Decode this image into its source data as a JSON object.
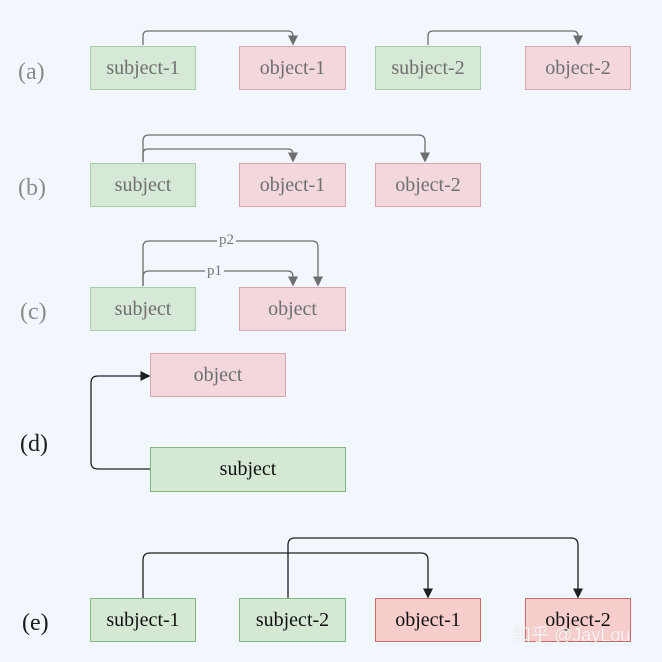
{
  "rows": [
    {
      "label": "(a)",
      "boxes": [
        "subject-1",
        "object-1",
        "subject-2",
        "object-2"
      ]
    },
    {
      "label": "(b)",
      "boxes": [
        "subject",
        "object-1",
        "object-2"
      ]
    },
    {
      "label": "(c)",
      "boxes": [
        "subject",
        "object"
      ],
      "edge_labels": [
        "p2",
        "p1"
      ]
    },
    {
      "label": "(d)",
      "boxes": [
        "object",
        "subject"
      ]
    },
    {
      "label": "(e)",
      "boxes": [
        "subject-1",
        "subject-2",
        "object-1",
        "object-2"
      ]
    }
  ],
  "watermark": "知乎 @JayLou",
  "colors": {
    "background": "#f2f7fd",
    "subject_fill": "#d5e8d4",
    "object_fill": "#f8cecc",
    "muted_text": "#6f6f6f",
    "dark_text": "#111111",
    "arrow_muted": "#6e6e6e",
    "arrow_dark": "#1f1f1f"
  }
}
